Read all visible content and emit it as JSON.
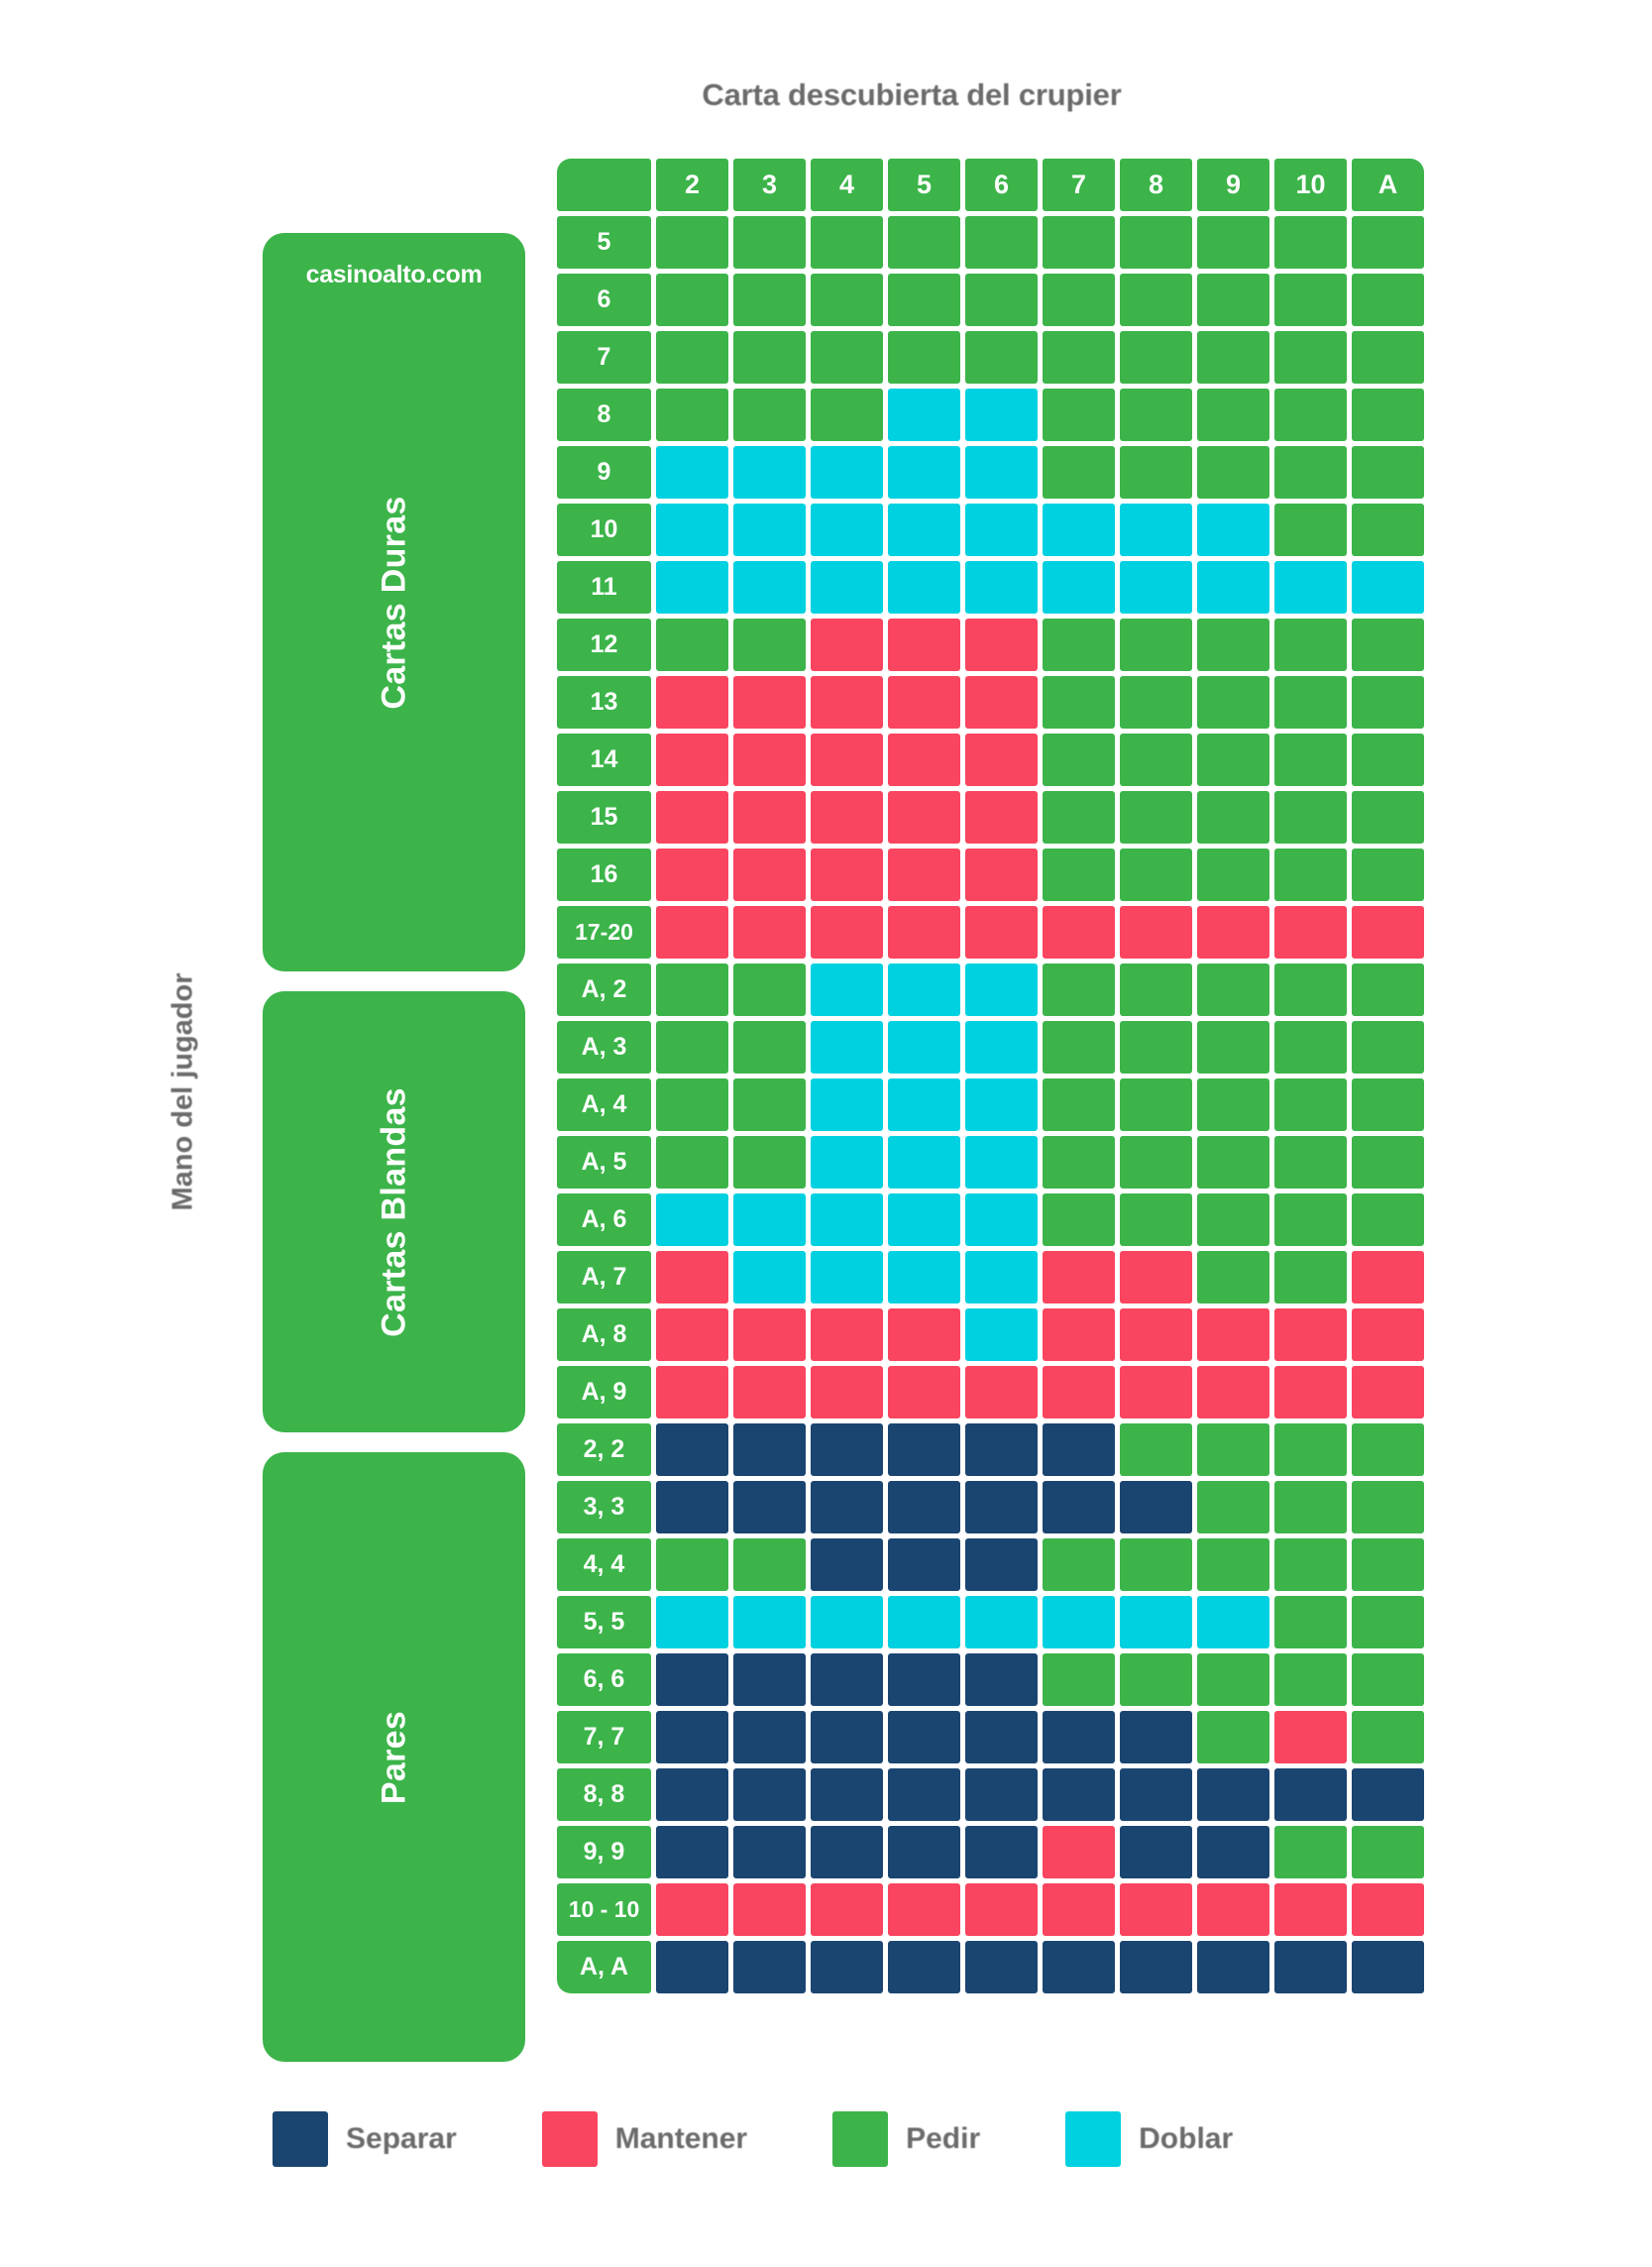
{
  "title": "Carta descubierta del crupier",
  "axis_label": "Mano del jugador",
  "brand": "casinoalto.com",
  "sections": [
    {
      "id": "hard",
      "label": "Cartas Duras"
    },
    {
      "id": "soft",
      "label": "Cartas Blandas"
    },
    {
      "id": "pairs",
      "label": "Pares"
    }
  ],
  "legend": [
    {
      "label": "Separar",
      "color": "#1B4571",
      "code": "S"
    },
    {
      "label": "Mantener",
      "color": "#F9455F",
      "code": "M"
    },
    {
      "label": "Pedir",
      "color": "#3CB44A",
      "code": "P"
    },
    {
      "label": "Doblar",
      "color": "#00D1E0",
      "code": "D"
    }
  ],
  "colors": {
    "hit": "#3CB44A",
    "stand": "#F9455F",
    "double": "#00D1E0",
    "split": "#1B4571",
    "panel": "#3CB44A",
    "text_gray": "#6b6b6b",
    "background": "#ffffff"
  },
  "chart_data": {
    "type": "heatmap",
    "title": "Carta descubierta del crupier",
    "xlabel": "Carta descubierta del crupier",
    "ylabel": "Mano del jugador",
    "legend_position": "bottom",
    "columns": [
      "2",
      "3",
      "4",
      "5",
      "6",
      "7",
      "8",
      "9",
      "10",
      "A"
    ],
    "value_key": {
      "P": "Pedir",
      "D": "Doblar",
      "M": "Mantener",
      "S": "Separar"
    },
    "rows": [
      {
        "label": "5",
        "section": "hard",
        "values": [
          "P",
          "P",
          "P",
          "P",
          "P",
          "P",
          "P",
          "P",
          "P",
          "P"
        ]
      },
      {
        "label": "6",
        "section": "hard",
        "values": [
          "P",
          "P",
          "P",
          "P",
          "P",
          "P",
          "P",
          "P",
          "P",
          "P"
        ]
      },
      {
        "label": "7",
        "section": "hard",
        "values": [
          "P",
          "P",
          "P",
          "P",
          "P",
          "P",
          "P",
          "P",
          "P",
          "P"
        ]
      },
      {
        "label": "8",
        "section": "hard",
        "values": [
          "P",
          "P",
          "P",
          "D",
          "D",
          "P",
          "P",
          "P",
          "P",
          "P"
        ]
      },
      {
        "label": "9",
        "section": "hard",
        "values": [
          "D",
          "D",
          "D",
          "D",
          "D",
          "P",
          "P",
          "P",
          "P",
          "P"
        ]
      },
      {
        "label": "10",
        "section": "hard",
        "values": [
          "D",
          "D",
          "D",
          "D",
          "D",
          "D",
          "D",
          "D",
          "P",
          "P"
        ]
      },
      {
        "label": "11",
        "section": "hard",
        "values": [
          "D",
          "D",
          "D",
          "D",
          "D",
          "D",
          "D",
          "D",
          "D",
          "D"
        ]
      },
      {
        "label": "12",
        "section": "hard",
        "values": [
          "P",
          "P",
          "M",
          "M",
          "M",
          "P",
          "P",
          "P",
          "P",
          "P"
        ]
      },
      {
        "label": "13",
        "section": "hard",
        "values": [
          "M",
          "M",
          "M",
          "M",
          "M",
          "P",
          "P",
          "P",
          "P",
          "P"
        ]
      },
      {
        "label": "14",
        "section": "hard",
        "values": [
          "M",
          "M",
          "M",
          "M",
          "M",
          "P",
          "P",
          "P",
          "P",
          "P"
        ]
      },
      {
        "label": "15",
        "section": "hard",
        "values": [
          "M",
          "M",
          "M",
          "M",
          "M",
          "P",
          "P",
          "P",
          "P",
          "P"
        ]
      },
      {
        "label": "16",
        "section": "hard",
        "values": [
          "M",
          "M",
          "M",
          "M",
          "M",
          "P",
          "P",
          "P",
          "P",
          "P"
        ]
      },
      {
        "label": "17-20",
        "section": "hard",
        "values": [
          "M",
          "M",
          "M",
          "M",
          "M",
          "M",
          "M",
          "M",
          "M",
          "M"
        ]
      },
      {
        "label": "A, 2",
        "section": "soft",
        "values": [
          "P",
          "P",
          "D",
          "D",
          "D",
          "P",
          "P",
          "P",
          "P",
          "P"
        ]
      },
      {
        "label": "A, 3",
        "section": "soft",
        "values": [
          "P",
          "P",
          "D",
          "D",
          "D",
          "P",
          "P",
          "P",
          "P",
          "P"
        ]
      },
      {
        "label": "A, 4",
        "section": "soft",
        "values": [
          "P",
          "P",
          "D",
          "D",
          "D",
          "P",
          "P",
          "P",
          "P",
          "P"
        ]
      },
      {
        "label": "A, 5",
        "section": "soft",
        "values": [
          "P",
          "P",
          "D",
          "D",
          "D",
          "P",
          "P",
          "P",
          "P",
          "P"
        ]
      },
      {
        "label": "A, 6",
        "section": "soft",
        "values": [
          "D",
          "D",
          "D",
          "D",
          "D",
          "P",
          "P",
          "P",
          "P",
          "P"
        ]
      },
      {
        "label": "A, 7",
        "section": "soft",
        "values": [
          "M",
          "D",
          "D",
          "D",
          "D",
          "M",
          "M",
          "P",
          "P",
          "M"
        ]
      },
      {
        "label": "A, 8",
        "section": "soft",
        "values": [
          "M",
          "M",
          "M",
          "M",
          "D",
          "M",
          "M",
          "M",
          "M",
          "M"
        ]
      },
      {
        "label": "A, 9",
        "section": "soft",
        "values": [
          "M",
          "M",
          "M",
          "M",
          "M",
          "M",
          "M",
          "M",
          "M",
          "M"
        ]
      },
      {
        "label": "2, 2",
        "section": "pairs",
        "values": [
          "S",
          "S",
          "S",
          "S",
          "S",
          "S",
          "P",
          "P",
          "P",
          "P"
        ]
      },
      {
        "label": "3, 3",
        "section": "pairs",
        "values": [
          "S",
          "S",
          "S",
          "S",
          "S",
          "S",
          "S",
          "P",
          "P",
          "P"
        ]
      },
      {
        "label": "4, 4",
        "section": "pairs",
        "values": [
          "P",
          "P",
          "S",
          "S",
          "S",
          "P",
          "P",
          "P",
          "P",
          "P"
        ]
      },
      {
        "label": "5, 5",
        "section": "pairs",
        "values": [
          "D",
          "D",
          "D",
          "D",
          "D",
          "D",
          "D",
          "D",
          "P",
          "P"
        ]
      },
      {
        "label": "6, 6",
        "section": "pairs",
        "values": [
          "S",
          "S",
          "S",
          "S",
          "S",
          "P",
          "P",
          "P",
          "P",
          "P"
        ]
      },
      {
        "label": "7, 7",
        "section": "pairs",
        "values": [
          "S",
          "S",
          "S",
          "S",
          "S",
          "S",
          "S",
          "P",
          "M",
          "P"
        ]
      },
      {
        "label": "8, 8",
        "section": "pairs",
        "values": [
          "S",
          "S",
          "S",
          "S",
          "S",
          "S",
          "S",
          "S",
          "S",
          "S"
        ]
      },
      {
        "label": "9, 9",
        "section": "pairs",
        "values": [
          "S",
          "S",
          "S",
          "S",
          "S",
          "M",
          "S",
          "S",
          "P",
          "P"
        ]
      },
      {
        "label": "10 - 10",
        "section": "pairs",
        "values": [
          "M",
          "M",
          "M",
          "M",
          "M",
          "M",
          "M",
          "M",
          "M",
          "M"
        ]
      },
      {
        "label": "A, A",
        "section": "pairs",
        "values": [
          "S",
          "S",
          "S",
          "S",
          "S",
          "S",
          "S",
          "S",
          "S",
          "S"
        ]
      }
    ]
  }
}
